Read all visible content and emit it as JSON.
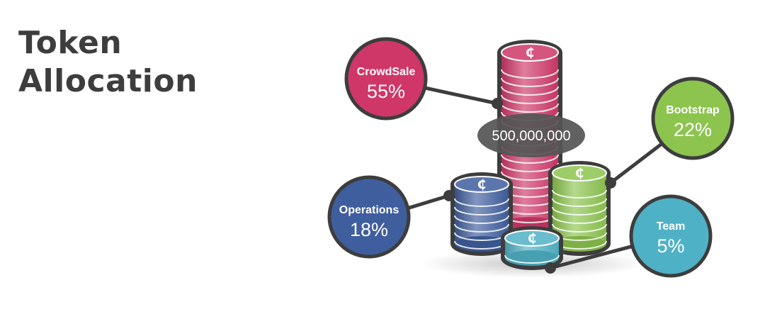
{
  "title": {
    "line1": "Token",
    "line2": "Allocation"
  },
  "total_supply": "500,000,000",
  "coin_symbol": "₵",
  "allocations": [
    {
      "name": "CrowdSale",
      "percent": "55%",
      "color": "#cf3768"
    },
    {
      "name": "Bootstrap",
      "percent": "22%",
      "color": "#8cc44e"
    },
    {
      "name": "Operations",
      "percent": "18%",
      "color": "#3f5e9e"
    },
    {
      "name": "Team",
      "percent": "5%",
      "color": "#4fb1c6"
    }
  ],
  "colors": {
    "outline": "#3d3d3d",
    "total_pill": "#555555"
  }
}
